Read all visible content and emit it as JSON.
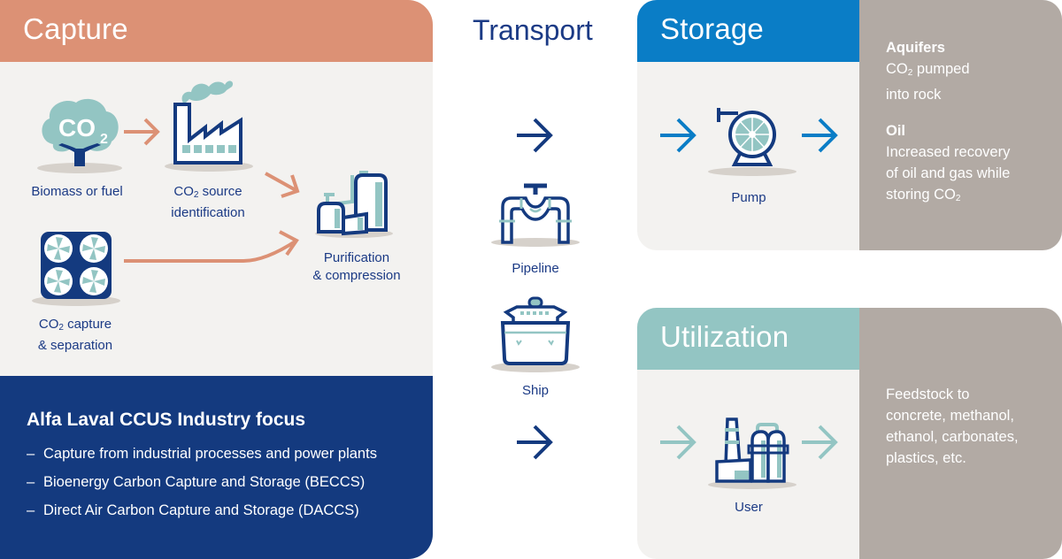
{
  "capture": {
    "title": "Capture",
    "items": [
      {
        "label_main": "Biomass or fuel",
        "icon": "tree-co2-icon"
      },
      {
        "label_pre": "CO",
        "label_sub": "2",
        "label_post": " source",
        "label_line2": "identification",
        "icon": "factory-icon"
      },
      {
        "label_line1": "Purification",
        "label_line2": "& compression",
        "icon": "tanks-icon"
      },
      {
        "label_pre": "CO",
        "label_sub": "2",
        "label_post": " capture",
        "label_line2": "& separation",
        "icon": "fan-unit-icon"
      }
    ],
    "tree_text": "CO",
    "tree_sub": "2",
    "focus": {
      "title": "Alfa Laval CCUS Industry focus",
      "dash": "–",
      "items": [
        "Capture from industrial processes and power plants",
        "Bioenergy Carbon Capture and Storage (BECCS)",
        "Direct Air Carbon Capture and Storage (DACCS)"
      ]
    }
  },
  "transport": {
    "title": "Transport",
    "items": [
      {
        "label": "Pipeline",
        "icon": "pipeline-icon"
      },
      {
        "label": "Ship",
        "icon": "ship-icon"
      }
    ]
  },
  "storage": {
    "title": "Storage",
    "device": "Pump",
    "aquifers_title": "Aquifers",
    "aquifers_pre": "CO",
    "aquifers_sub": "2",
    "aquifers_post": " pumped",
    "aquifers_line2": "into rock",
    "oil_title": "Oil",
    "oil_line1": "Increased recovery",
    "oil_line2": "of oil and gas while",
    "oil_line3_pre": "storing CO",
    "oil_line3_sub": "2"
  },
  "utilization": {
    "title": "Utilization",
    "device": "User",
    "desc_lines": [
      "Feedstock to",
      "concrete, methanol,",
      "ethanol, carbonates,",
      "plastics, etc."
    ]
  },
  "colors": {
    "capture": "#dc9175",
    "navy": "#143a7f",
    "storage": "#0a7dc6",
    "utilization": "#93c5c3",
    "side": "#b2aaa4",
    "teal": "#93c5c3"
  }
}
